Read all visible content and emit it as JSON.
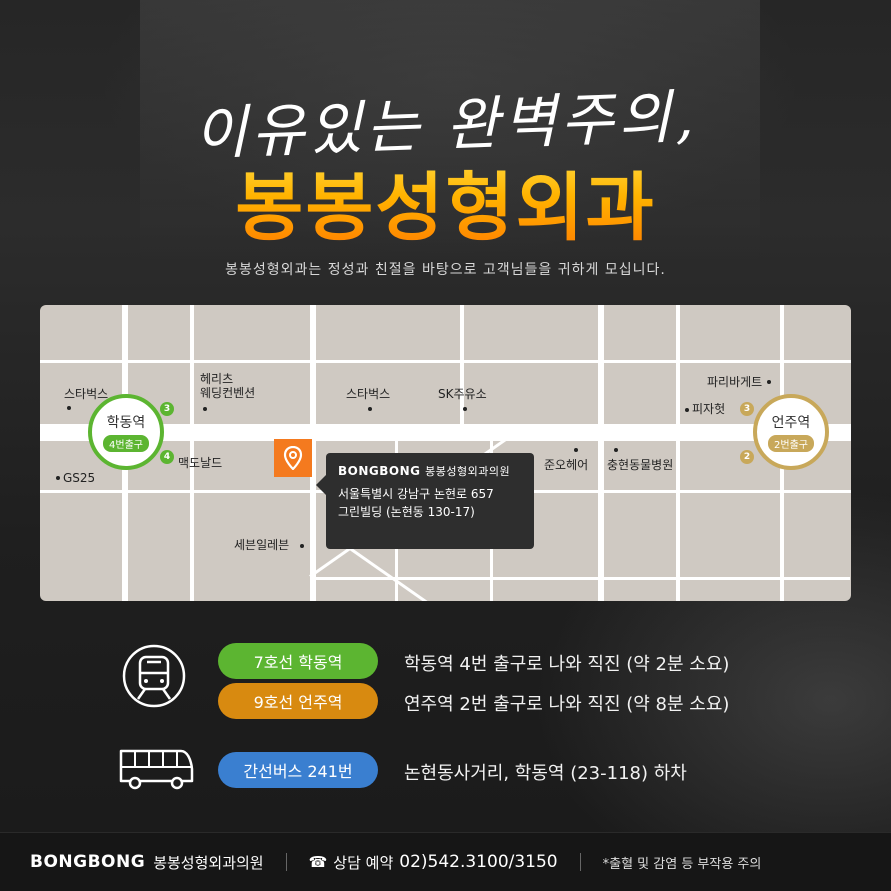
{
  "header": {
    "script_title": "이유있는 완벽주의,",
    "main_title": "봉봉성형외과",
    "subtitle": "봉봉성형외과는 정성과 친절을 바탕으로 고객님들을 귀하게 모십니다."
  },
  "map": {
    "labels": {
      "starbucks_left": "스타벅스",
      "heritz": "헤리츠",
      "wedding": "웨딩컨벤션",
      "starbucks_mid": "스타벅스",
      "sk": "SK주유소",
      "paris": "파리바게트",
      "pizza": "피자헛",
      "gs25": "GS25",
      "mcdonald": "맥도날드",
      "junohair": "준오헤어",
      "animal": "충현동물병원",
      "seven": "세븐일레븐"
    },
    "station_left": {
      "name": "학동역",
      "exit": "4번출구",
      "color": "#5cb531"
    },
    "station_right": {
      "name": "언주역",
      "exit": "2번출구",
      "color": "#c8a85a"
    },
    "badges": {
      "l_top": "3",
      "l_bottom": "4",
      "r_top": "3",
      "r_bottom": "2"
    },
    "info": {
      "brand": "BONGBONG",
      "brand_kr": "봉봉성형외과의원",
      "addr1": "서울특별시 강남구 논현로 657",
      "addr2": "그린빌딩 (논현동 130-17)"
    }
  },
  "transit": [
    {
      "label": "7호선 학동역",
      "desc": "학동역 4번 출구로 나와 직진 (약 2분 소요)",
      "color": "#5cb531"
    },
    {
      "label": "9호선 언주역",
      "desc": "연주역 2번 출구로 나와 직진 (약 8분 소요)",
      "color": "#d88a10"
    },
    {
      "label": "간선버스 241번",
      "desc": "논현동사거리, 학동역 (23-118) 하차",
      "color": "#3a7fd0"
    }
  ],
  "footer": {
    "brand": "BONGBONG",
    "brand_kr": "봉봉성형외과의원",
    "phone_label": "상담 예약",
    "phone": "02)542.3100/3150",
    "note": "*출혈 및 감염 등 부작용 주의"
  },
  "icons": {
    "subway": "subway-icon",
    "bus": "bus-icon",
    "phone": "phone-icon",
    "pin": "location-pin-icon"
  }
}
